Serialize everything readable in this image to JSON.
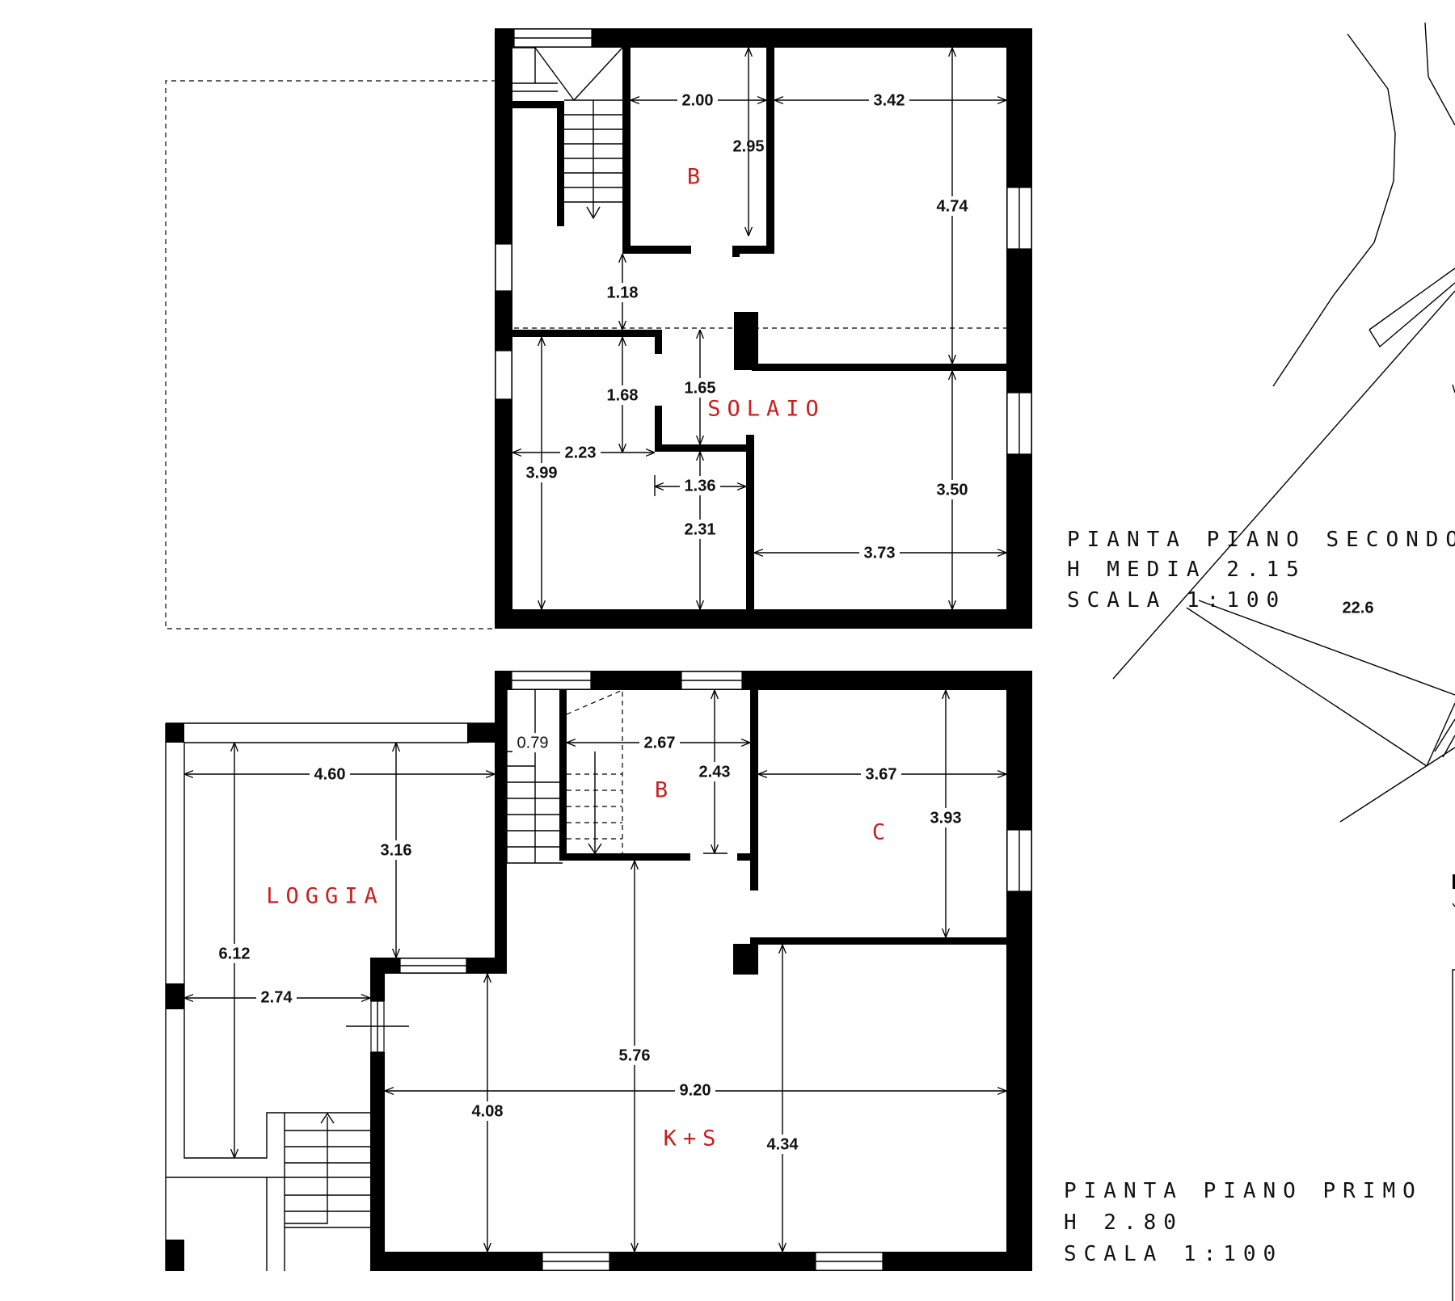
{
  "floor_second": {
    "title_line1": "PIANTA PIANO SECONDO",
    "title_line2": "H MEDIA 2.15",
    "title_line3": "SCALA 1:100",
    "rooms": {
      "bathroom": "B",
      "attic": "SOLAIO"
    },
    "dims": {
      "d_200": "2.00",
      "d_342": "3.42",
      "d_295": "2.95",
      "d_474": "4.74",
      "d_118": "1.18",
      "d_168": "1.68",
      "d_165": "1.65",
      "d_223": "2.23",
      "d_399": "3.99",
      "d_136": "1.36",
      "d_231": "2.31",
      "d_350": "3.50",
      "d_373": "3.73"
    }
  },
  "floor_first": {
    "title_line1": "PIANTA PIANO PRIMO",
    "title_line2": "H 2.80",
    "title_line3": "SCALA 1:100",
    "rooms": {
      "loggia": "LOGGIA",
      "bathroom": "B",
      "bedroom": "C",
      "kitchen_living": "K+S"
    },
    "dims": {
      "d_079": "0.79",
      "d_267": "2.67",
      "d_243": "2.43",
      "d_367": "3.67",
      "d_393": "3.93",
      "d_460": "4.60",
      "d_316": "3.16",
      "d_612": "6.12",
      "d_274": "2.74",
      "d_576": "5.76",
      "d_920": "9.20",
      "d_408": "4.08",
      "d_434": "4.34"
    }
  },
  "site": {
    "dim_226": "22.6"
  },
  "colors": {
    "room_label": "#cc1e1e",
    "ink": "#000000"
  }
}
